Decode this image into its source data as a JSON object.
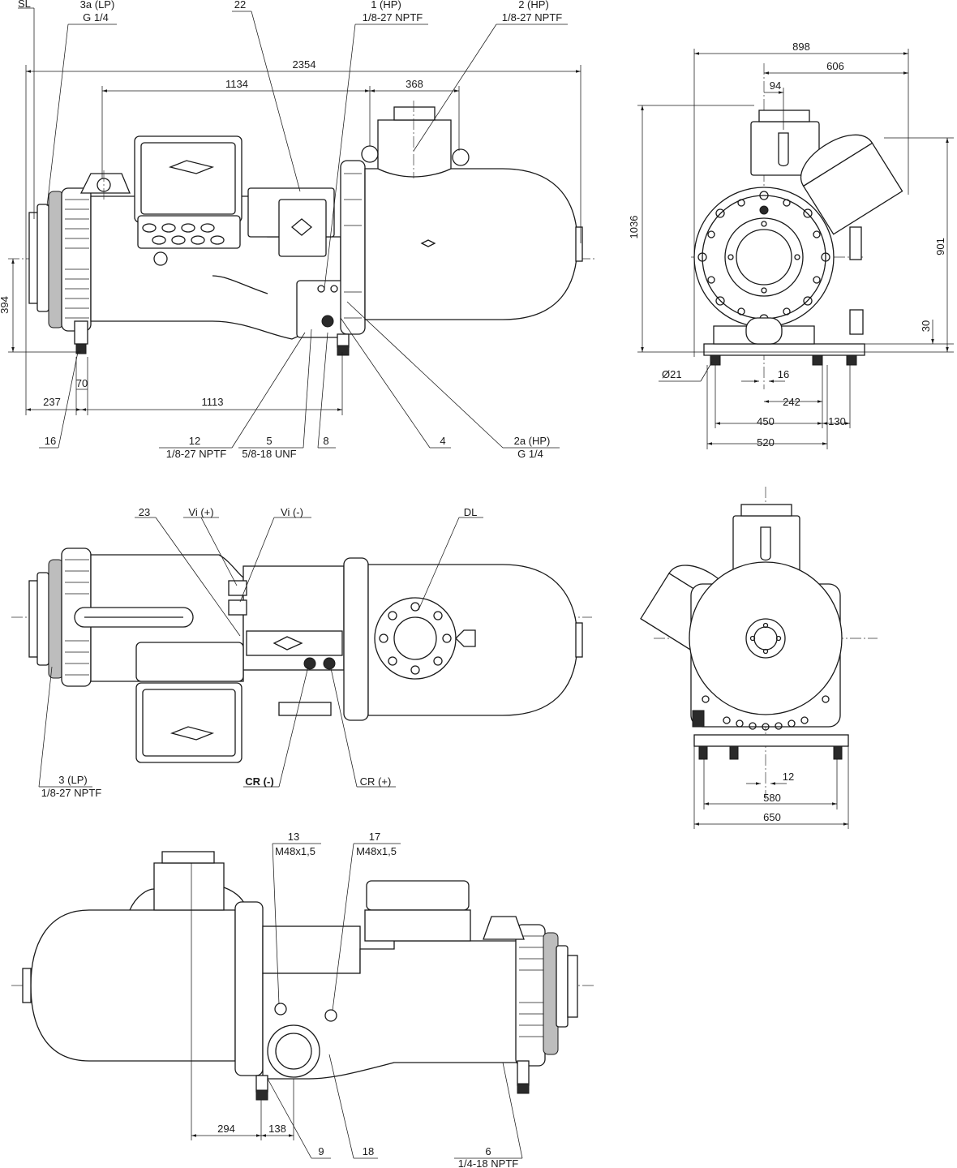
{
  "dims": {
    "d2354": "2354",
    "d1134": "1134",
    "d368": "368",
    "d394": "394",
    "d70": "70",
    "d237": "237",
    "d1113": "1113",
    "d898": "898",
    "d606": "606",
    "d94": "94",
    "d1036": "1036",
    "d901": "901",
    "d30": "30",
    "d21": "Ø21",
    "d16": "16",
    "d242": "242",
    "d450": "450",
    "d130": "130",
    "d520": "520",
    "d12": "12",
    "d580": "580",
    "d650": "650",
    "d294": "294",
    "d138": "138"
  },
  "labels": {
    "sl": "SL",
    "p3a": "3a (LP)",
    "p3a_sub": "G 1/4",
    "p22": "22",
    "p1": "1 (HP)",
    "p1_sub": "1/8-27 NPTF",
    "p2": "2 (HP)",
    "p2_sub": "1/8-27 NPTF",
    "p16": "16",
    "p12": "12",
    "p12_sub": "1/8-27 NPTF",
    "p5": "5",
    "p5_sub": "5/8-18 UNF",
    "p8": "8",
    "p4": "4",
    "p2a": "2a (HP)",
    "p2a_sub": "G 1/4",
    "p23": "23",
    "vi_plus": "Vi (+)",
    "vi_minus": "Vi (-)",
    "dl": "DL",
    "p3": "3 (LP)",
    "p3_sub": "1/8-27 NPTF",
    "cr_minus": "CR (-)",
    "cr_plus": "CR (+)",
    "p13": "13",
    "p13_sub": "M48x1,5",
    "p17": "17",
    "p17_sub": "M48x1,5",
    "p9": "9",
    "p18": "18",
    "p6": "6",
    "p6_sub": "1/4-18 NPTF"
  }
}
